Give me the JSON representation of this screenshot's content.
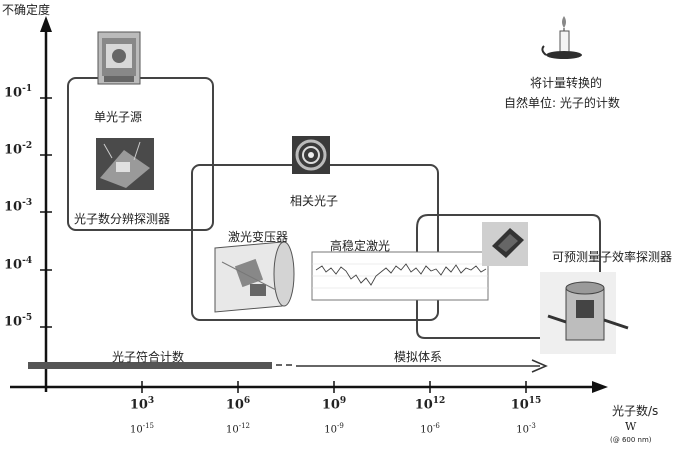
{
  "y_axis": {
    "title": "不确定度",
    "ticks": [
      {
        "base": "10",
        "exp": "-1"
      },
      {
        "base": "10",
        "exp": "-2"
      },
      {
        "base": "10",
        "exp": "-3"
      },
      {
        "base": "10",
        "exp": "-4"
      },
      {
        "base": "10",
        "exp": "-5"
      }
    ]
  },
  "x_axis": {
    "title": "光子数/s",
    "title2": "W",
    "note": "(@ 600 nm)",
    "photon_ticks": [
      {
        "base": "10",
        "exp": "3"
      },
      {
        "base": "10",
        "exp": "6"
      },
      {
        "base": "10",
        "exp": "9"
      },
      {
        "base": "10",
        "exp": "12"
      },
      {
        "base": "10",
        "exp": "15"
      }
    ],
    "power_ticks": [
      {
        "base": "10",
        "exp": "-15"
      },
      {
        "base": "10",
        "exp": "-12"
      },
      {
        "base": "10",
        "exp": "-9"
      },
      {
        "base": "10",
        "exp": "-6"
      },
      {
        "base": "10",
        "exp": "-3"
      }
    ]
  },
  "labels": {
    "single_photon_source": "单光子源",
    "photon_number_detector": "光子数分辨探测器",
    "correlated_photons": "相关光子",
    "laser_transformer": "激光变压器",
    "stabilized_laser": "高稳定激光",
    "predictable_qe_detector": "可预测量子效率探测器",
    "photon_counting": "光子符合计数",
    "analog_system": "模拟体系",
    "natural_unit_line1": "将计量转换的",
    "natural_unit_line2": "自然单位: 光子的计数"
  },
  "icons": [
    "candle-icon"
  ]
}
